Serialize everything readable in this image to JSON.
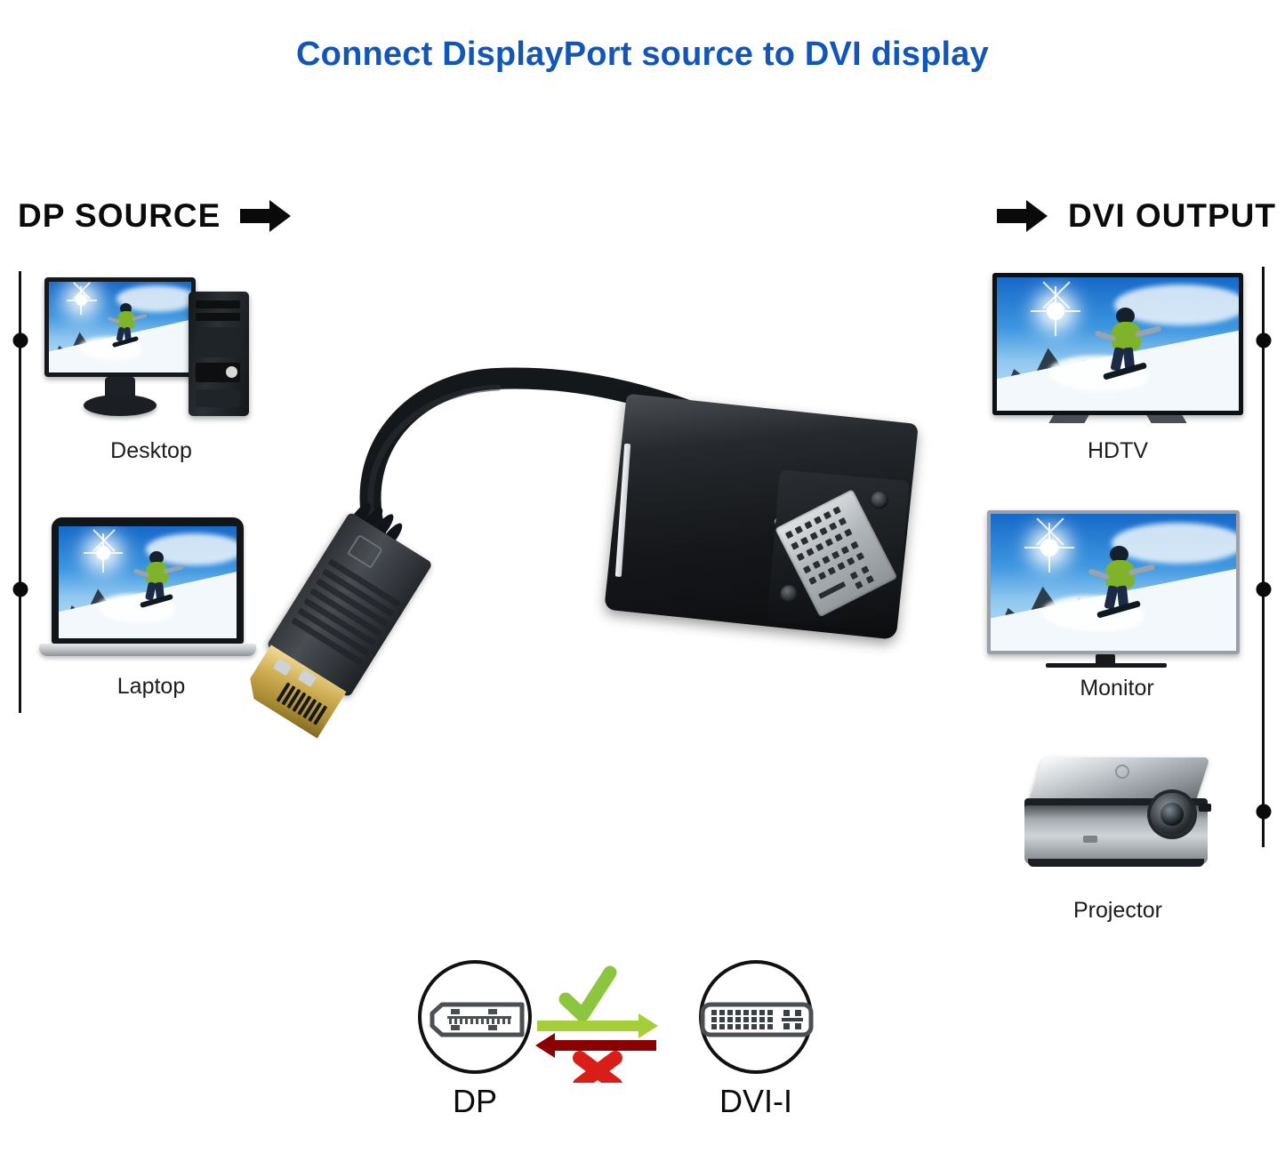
{
  "title": "Connect DisplayPort source to DVI display",
  "title_color": "#1156b8",
  "headers": {
    "left": {
      "label": "DP  SOURCE",
      "icon": "arrow-right-icon"
    },
    "right": {
      "label": "DVI  OUTPUT",
      "icon": "arrow-right-icon"
    }
  },
  "source_devices": [
    {
      "name": "desktop",
      "label": "Desktop",
      "icon": "desktop-computer-icon"
    },
    {
      "name": "laptop",
      "label": "Laptop",
      "icon": "laptop-icon"
    }
  ],
  "output_devices": [
    {
      "name": "hdtv",
      "label": "HDTV",
      "icon": "hdtv-icon"
    },
    {
      "name": "monitor",
      "label": "Monitor",
      "icon": "monitor-icon"
    },
    {
      "name": "projector",
      "label": "Projector",
      "icon": "projector-icon"
    }
  ],
  "product": {
    "name": "displayport-to-dvi-adapter",
    "source_connector": "DisplayPort male",
    "output_connector": "DVI-I female",
    "body_color": "#111418",
    "contact_color": "#c9a84c",
    "port_icon": "display-monitor-icon"
  },
  "compatibility": {
    "left": {
      "label": "DP",
      "icon": "displayport-port-icon"
    },
    "right": {
      "label": "DVI-I",
      "icon": "dvi-i-port-icon"
    },
    "forward": {
      "icon": "check-mark-icon",
      "arrow": "arrow-right-icon",
      "color": "#9ac73b",
      "supported": "yes"
    },
    "backward": {
      "icon": "cross-mark-icon",
      "arrow": "arrow-left-icon",
      "color": "#c4161c",
      "supported": "no"
    }
  },
  "colors": {
    "title_blue": "#1156b8",
    "rail_black": "#111111",
    "check_green": "#8cc63f",
    "arrow_green": "#a6ce39",
    "cross_red": "#d91e18",
    "arrow_red": "#8b0000",
    "caption_gray": "#1c1c1c"
  }
}
